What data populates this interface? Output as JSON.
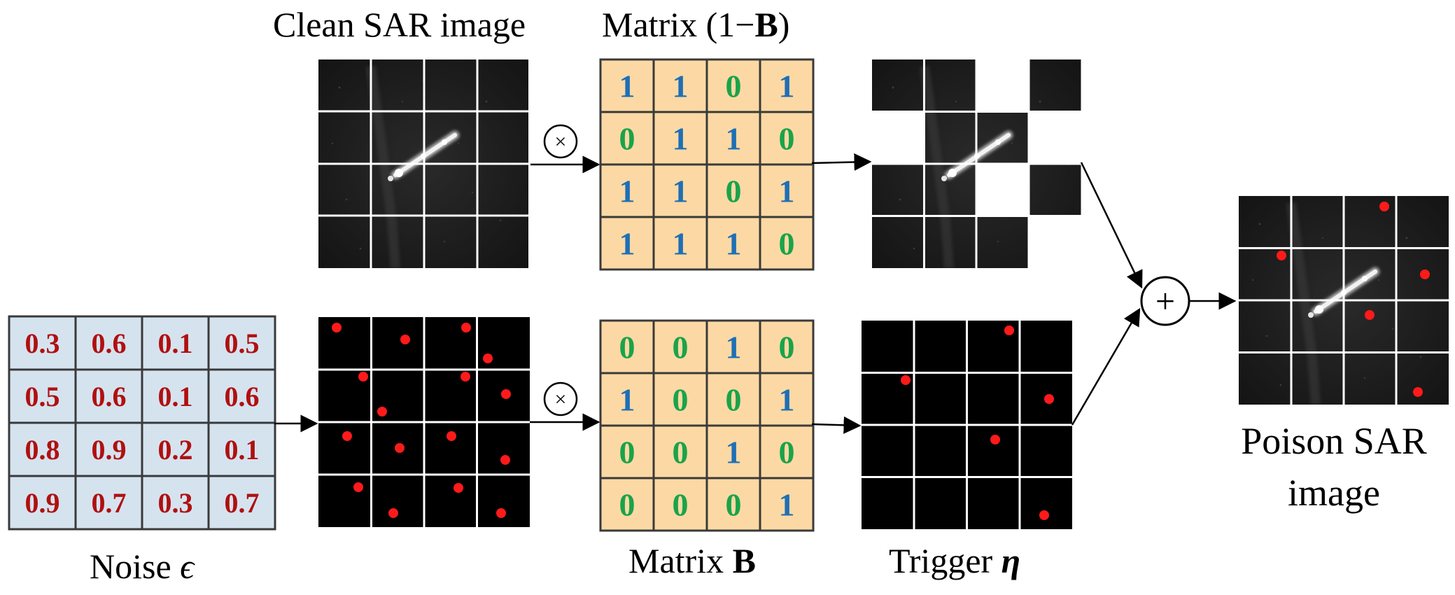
{
  "labels": {
    "clean_title": "Clean SAR image",
    "matrix_1b_prefix": "Matrix (1−",
    "matrix_1b_bold": "B",
    "matrix_1b_suffix": ")",
    "noise_prefix": "Noise ",
    "noise_symbol": "ϵ",
    "matrix_b_prefix": "Matrix ",
    "matrix_b_bold": "B",
    "trigger_prefix": "Trigger ",
    "trigger_symbol": "η",
    "poison_line1": "Poison SAR",
    "poison_line2": "image",
    "multiply_symbol": "×",
    "add_symbol": "+"
  },
  "noise_matrix": [
    [
      "0.3",
      "0.6",
      "0.1",
      "0.5"
    ],
    [
      "0.5",
      "0.6",
      "0.1",
      "0.6"
    ],
    [
      "0.8",
      "0.9",
      "0.2",
      "0.1"
    ],
    [
      "0.9",
      "0.7",
      "0.3",
      "0.7"
    ]
  ],
  "matrix_one_minus_b": [
    [
      "1",
      "1",
      "0",
      "1"
    ],
    [
      "0",
      "1",
      "1",
      "0"
    ],
    [
      "1",
      "1",
      "0",
      "1"
    ],
    [
      "1",
      "1",
      "1",
      "0"
    ]
  ],
  "matrix_b": [
    [
      "0",
      "0",
      "1",
      "0"
    ],
    [
      "1",
      "0",
      "0",
      "1"
    ],
    [
      "0",
      "0",
      "1",
      "0"
    ],
    [
      "0",
      "0",
      "0",
      "1"
    ]
  ],
  "colors": {
    "one_digit": "#1f6fb5",
    "zero_digit": "#1aa34a",
    "noise_text": "#b01010",
    "noise_cell_fill": "#d5e3ef",
    "matrix_cell_fill": "#fcd9a4",
    "matrix_border": "#3a3a3a",
    "trigger_dot": "#ff1a1a",
    "sar_background": "#161616"
  }
}
